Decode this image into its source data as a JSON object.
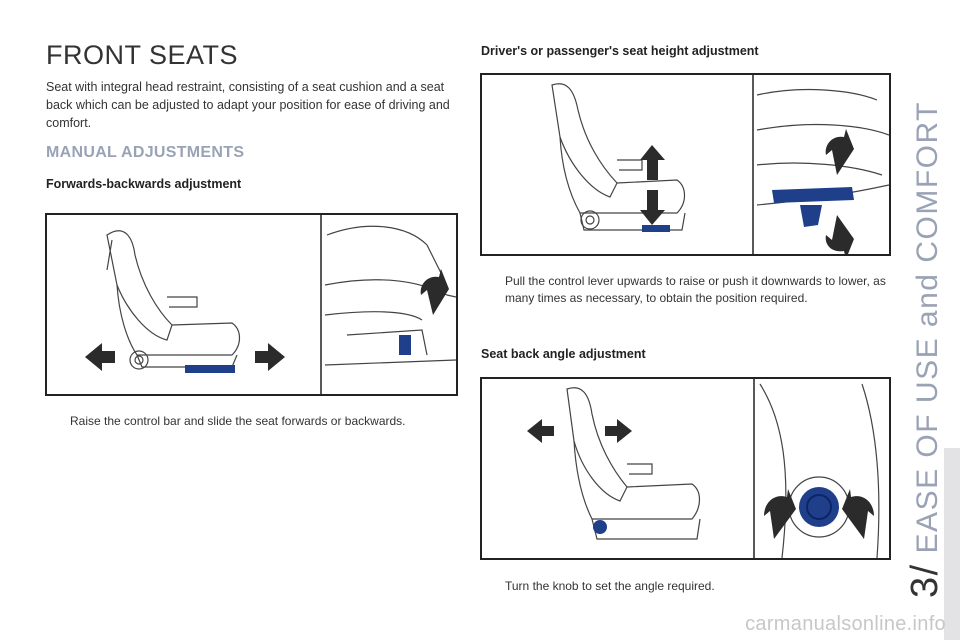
{
  "page": {
    "title": "FRONT SEATS",
    "intro": "Seat with integral head restraint, consisting of a seat cushion and a seat back which can be adjusted to adapt your position for ease of driving and comfort.",
    "section_heading": "MANUAL ADJUSTMENTS"
  },
  "forwards_backwards": {
    "heading": "Forwards-backwards adjustment",
    "instruction": "Raise the control bar and slide the seat forwards or backwards."
  },
  "height": {
    "heading": "Driver's or passenger's seat height adjustment",
    "instruction": "Pull the control lever upwards to raise or push it downwards to lower, as many times as necessary, to obtain the position required."
  },
  "backrest": {
    "heading": "Seat back angle adjustment",
    "instruction": "Turn the knob to set the angle required."
  },
  "chapter": {
    "number": "3/",
    "label": "EASE OF USE and COMFORT"
  },
  "watermark": "carmanualsonline.info",
  "bullet_glyph": "",
  "colors": {
    "section_heading": "#9aa3b5",
    "control_blue": "#1f3f8a",
    "arrow": "#2b2b2b"
  }
}
